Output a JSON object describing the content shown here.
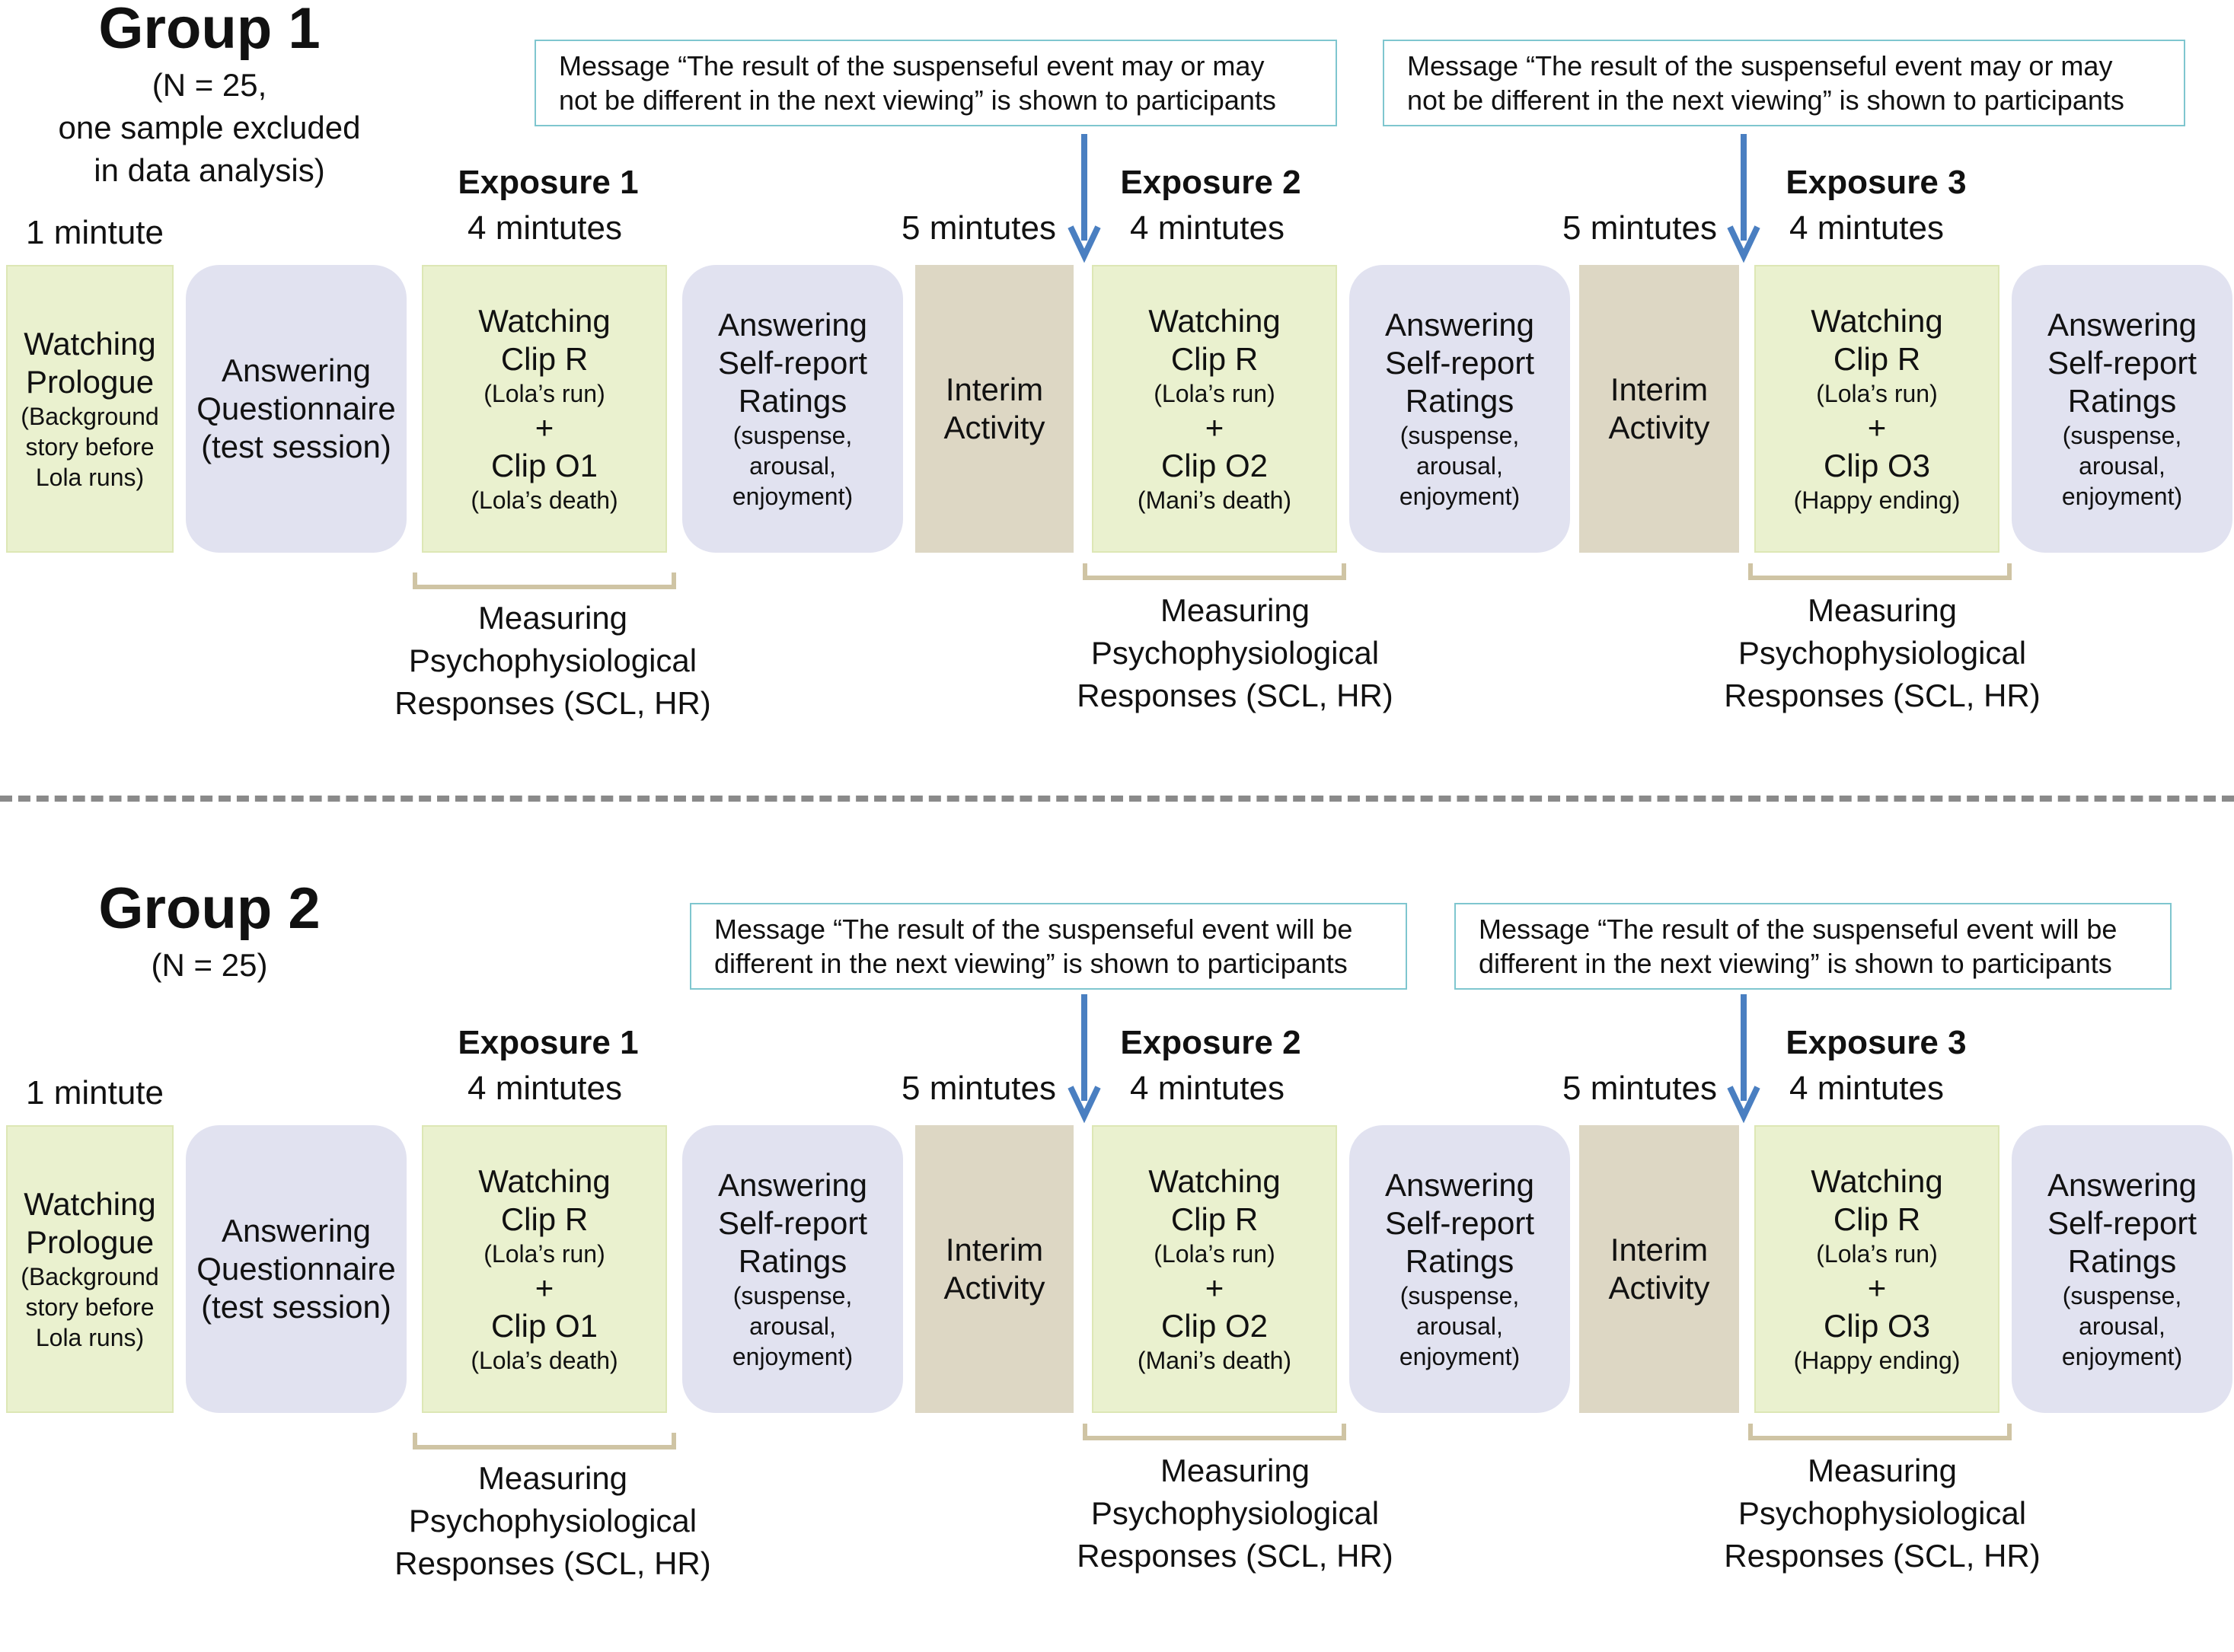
{
  "colors": {
    "watch_box": "#eaf1cf",
    "answer_box": "#e1e2f0",
    "interim_box": "#ddd7c4",
    "message_border": "#7fc6cf",
    "arrow": "#4a7fc1",
    "brace": "#cfc4a4",
    "divider": "#8a8a8a"
  },
  "group1": {
    "title": "Group 1",
    "note_line1": "(N = 25,",
    "note_line2": "one sample excluded",
    "note_line3": "in data analysis)",
    "message_line1": "Message “The result of the suspenseful event may or may",
    "message_line2": "not be different in the next viewing” is shown to participants"
  },
  "group2": {
    "title": "Group 2",
    "note_line1": "(N = 25)",
    "message_line1": "Message “The result of the suspenseful event will be",
    "message_line2": "different in the next viewing” is shown to participants"
  },
  "timeline": {
    "t_prologue": "1 mintute",
    "t_exposure": "4 mintutes",
    "t_interim": "5 mintutes",
    "exposure1": "Exposure 1",
    "exposure2": "Exposure 2",
    "exposure3": "Exposure 3"
  },
  "boxes": {
    "prologue_line1": "Watching",
    "prologue_line2": "Prologue",
    "prologue_note1": "(Background",
    "prologue_note2": "story before",
    "prologue_note3": "Lola runs)",
    "questionnaire_line1": "Answering",
    "questionnaire_line2": "Questionnaire",
    "questionnaire_line3": "(test session)",
    "watching": "Watching",
    "clip_r": "Clip R",
    "clip_r_note": "(Lola’s run)",
    "plus": "+",
    "clip_o1": "Clip O1",
    "clip_o1_note": "(Lola’s death)",
    "clip_o2": "Clip O2",
    "clip_o2_note": "(Mani’s death)",
    "clip_o3": "Clip O3",
    "clip_o3_note": "(Happy ending)",
    "answering": "Answering",
    "self_report": "Self-report",
    "ratings": "Ratings",
    "ratings_note1": "(suspense,",
    "ratings_note2": "arousal,",
    "ratings_note3": "enjoyment)",
    "interim_line1": "Interim",
    "interim_line2": "Activity"
  },
  "measure": {
    "line1": "Measuring",
    "line2": "Psychophysiological",
    "line3": "Responses (SCL, HR)"
  }
}
